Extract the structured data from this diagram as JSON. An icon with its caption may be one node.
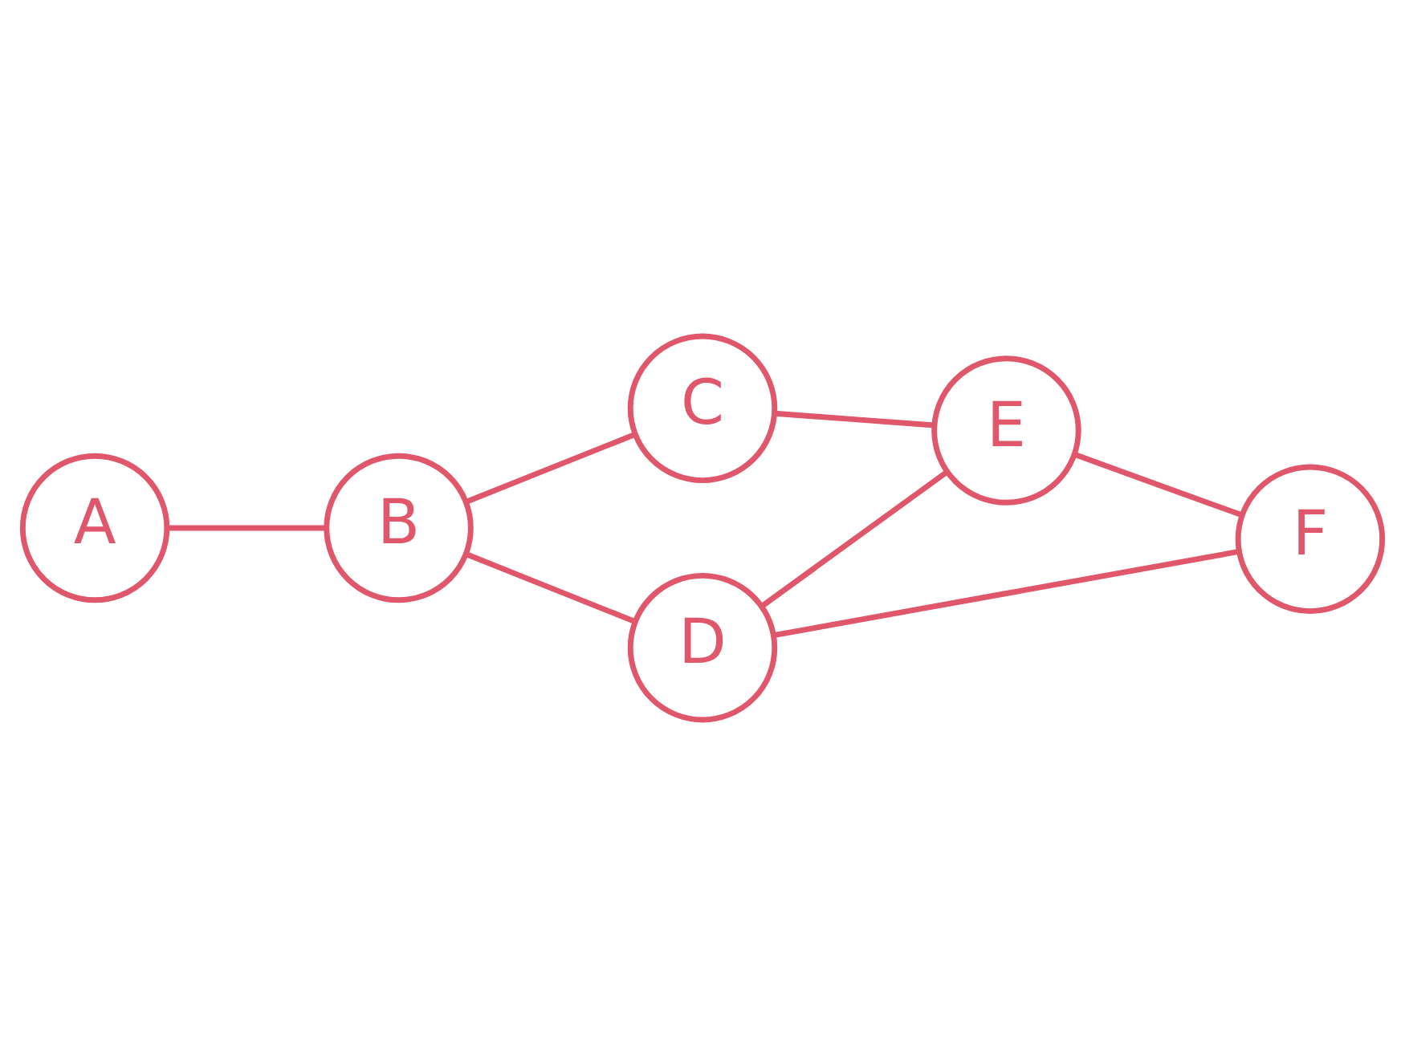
{
  "diagram": {
    "nodes": [
      {
        "text": [
          "A"
        ]
      },
      {
        "text": [
          "B"
        ]
      },
      {
        "text": [
          "C"
        ]
      },
      {
        "text": [
          "D"
        ]
      },
      {
        "text": [
          "E"
        ]
      },
      {
        "text": [
          "F"
        ]
      }
    ],
    "edges": [
      {
        "from": 0,
        "to": 1,
        "arrow": "none"
      },
      {
        "from": 1,
        "to": 3,
        "arrow": "none"
      },
      {
        "from": 1,
        "to": 2,
        "arrow": "none"
      },
      {
        "from": 3,
        "to": 4,
        "arrow": "none"
      },
      {
        "from": 2,
        "to": 4,
        "arrow": "none"
      },
      {
        "from": 3,
        "to": 5,
        "arrow": "none"
      },
      {
        "from": 4,
        "to": 5,
        "arrow": "none"
      }
    ]
  }
}
